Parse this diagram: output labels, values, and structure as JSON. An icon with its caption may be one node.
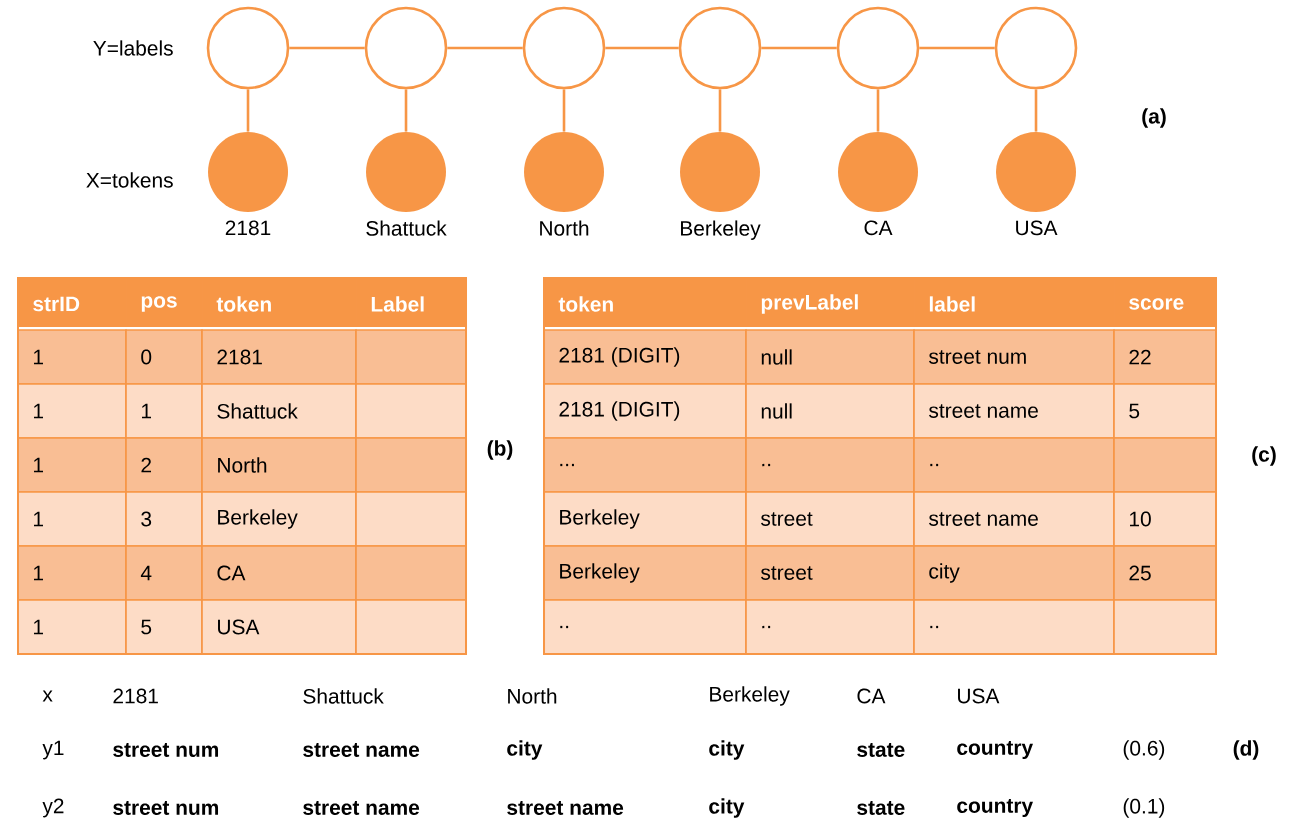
{
  "diagram": {
    "nodes": [
      {
        "text": [],
        "shape": "circle"
      },
      {
        "text": [],
        "shape": "circle"
      },
      {
        "text": [],
        "shape": "circle"
      },
      {
        "text": [],
        "shape": "circle"
      },
      {
        "text": [],
        "shape": "circle"
      },
      {
        "text": [],
        "shape": "circle"
      },
      {
        "text": [],
        "shape": "circle",
        "beside": [
          "2181"
        ]
      },
      {
        "text": [],
        "shape": "circle",
        "beside": [
          "Shattuck"
        ]
      },
      {
        "text": [],
        "shape": "circle",
        "beside": [
          "North"
        ]
      },
      {
        "text": [],
        "shape": "circle",
        "beside": [
          "Berkeley"
        ]
      },
      {
        "text": [],
        "shape": "circle",
        "beside": [
          "CA"
        ]
      },
      {
        "text": [],
        "shape": "circle",
        "beside": [
          "USA"
        ]
      }
    ],
    "edges": [
      {
        "from": 0,
        "to": 1,
        "arrow": "none"
      },
      {
        "from": 1,
        "to": 2,
        "arrow": "none"
      },
      {
        "from": 2,
        "to": 3,
        "arrow": "none"
      },
      {
        "from": 3,
        "to": 4,
        "arrow": "none"
      },
      {
        "from": 4,
        "to": 5,
        "arrow": "none"
      },
      {
        "from": 0,
        "to": 6,
        "arrow": "none"
      },
      {
        "from": 1,
        "to": 7,
        "arrow": "none"
      },
      {
        "from": 2,
        "to": 8,
        "arrow": "none"
      },
      {
        "from": 3,
        "to": 9,
        "arrow": "none"
      },
      {
        "from": 4,
        "to": 10,
        "arrow": "none"
      },
      {
        "from": 5,
        "to": 11,
        "arrow": "none"
      }
    ],
    "labels": [
      "Y=labels",
      "X=tokens",
      "(a)",
      "strID",
      "pos",
      "token",
      "Label",
      "1",
      "0",
      "2181",
      "1",
      "1",
      "Shattuck",
      "1",
      "2",
      "North",
      "1",
      "3",
      "Berkeley",
      "1",
      "4",
      "CA",
      "1",
      "5",
      "USA",
      "(b)",
      "token",
      "prevLabel",
      "label",
      "score",
      "2181 (DIGIT)",
      "null",
      "street num",
      "22",
      "2181 (DIGIT)",
      "null",
      "street name",
      "5",
      "...",
      "..",
      "..",
      "Berkeley",
      "street",
      "street name",
      "10",
      "Berkeley",
      "street",
      "city",
      "25",
      "..",
      "..",
      "..",
      "(c)",
      "x",
      "2181",
      "Shattuck",
      "North",
      "Berkeley",
      "CA",
      "USA",
      "y1",
      "street num",
      "street name",
      "city",
      "city",
      "state",
      "country",
      "(0.6)",
      "(d)",
      "y2",
      "street num",
      "street name",
      "street name",
      "city",
      "state",
      "country",
      "(0.1)"
    ]
  }
}
